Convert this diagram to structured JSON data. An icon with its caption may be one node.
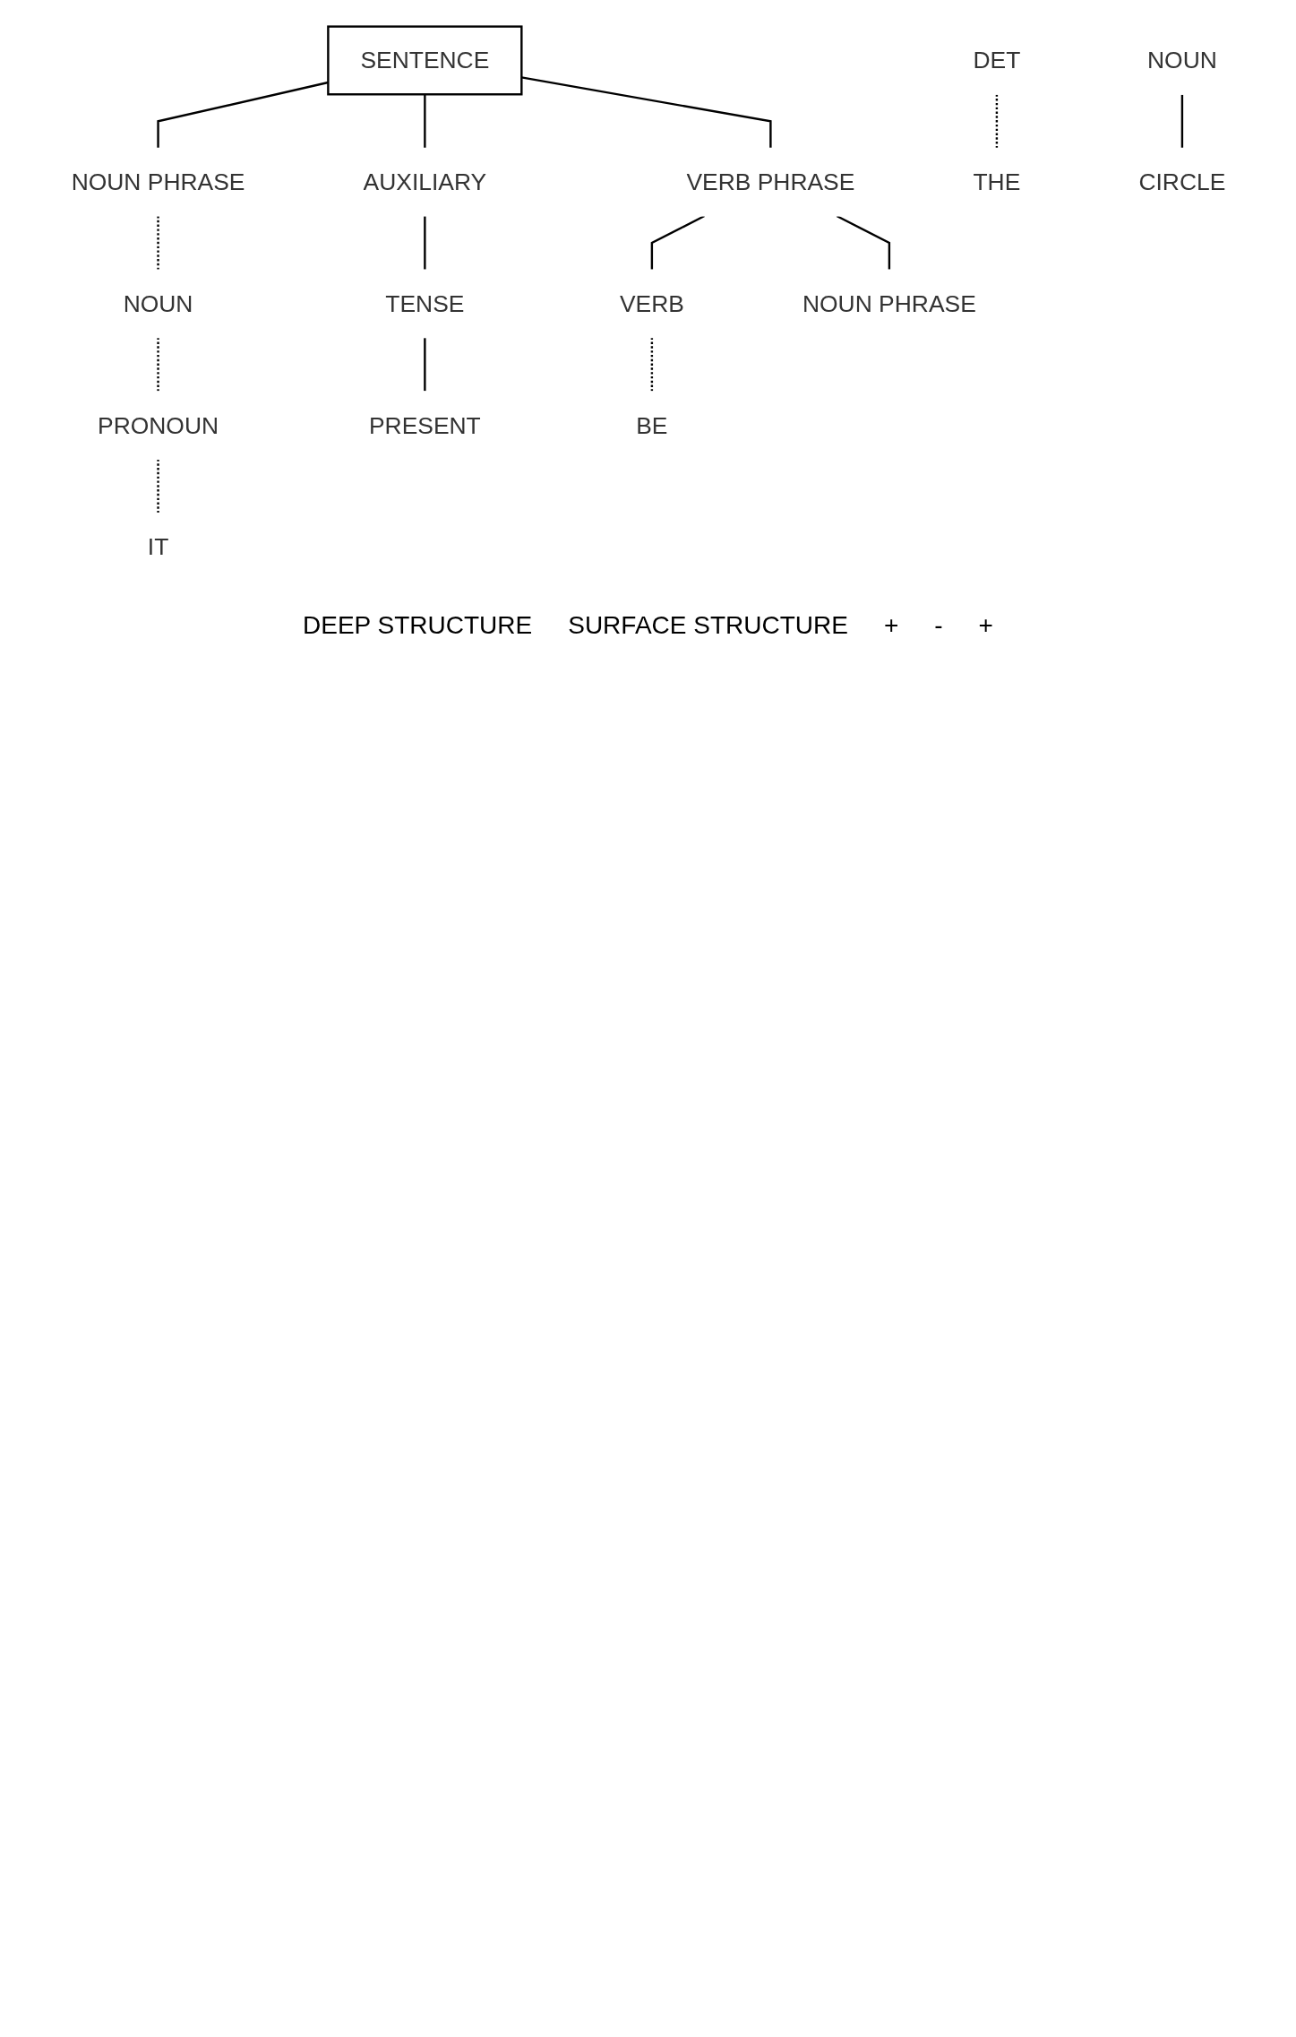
{
  "diagram": {
    "nodes": [
      {
        "text": [
          "SENTENCE"
        ]
      },
      {
        "text": [
          "NOUN PHRASE"
        ]
      },
      {
        "text": [
          "AUXILIARY"
        ]
      },
      {
        "text": [
          "VERB PHRASE"
        ]
      },
      {
        "text": [
          "NOUN"
        ]
      },
      {
        "text": [
          "TENSE"
        ]
      },
      {
        "text": [
          "VERB"
        ]
      },
      {
        "text": [
          "NOUN PHRASE"
        ]
      },
      {
        "text": [
          "PRONOUN"
        ]
      },
      {
        "text": [
          "DET"
        ]
      },
      {
        "text": [
          "NOUN"
        ]
      },
      {
        "text": [
          "IT"
        ]
      },
      {
        "text": [
          "PRESENT"
        ]
      },
      {
        "text": [
          "BE"
        ]
      },
      {
        "text": [
          "THE"
        ]
      },
      {
        "text": [
          "CIRCLE"
        ]
      }
    ],
    "edges": [
      {
        "from": 0,
        "to": 1,
        "arrow": "none"
      },
      {
        "from": 0,
        "to": 2,
        "arrow": "none"
      },
      {
        "from": 0,
        "to": 3,
        "arrow": "none"
      },
      {
        "from": 1,
        "to": 4,
        "arrow": "none",
        "style": "dashed"
      },
      {
        "from": 2,
        "to": 5,
        "arrow": "none"
      },
      {
        "from": 3,
        "to": 6,
        "arrow": "none"
      },
      {
        "from": 3,
        "to": 7,
        "arrow": "none"
      },
      {
        "from": 4,
        "to": 8,
        "arrow": "none",
        "style": "dashed"
      },
      {
        "from": 8,
        "to": 11,
        "arrow": "none",
        "style": "dashed"
      },
      {
        "from": 5,
        "to": 12,
        "arrow": "none"
      },
      {
        "from": 6,
        "to": 13,
        "arrow": "none",
        "style": "dashed"
      },
      {
        "from": 9,
        "to": 14,
        "arrow": "none",
        "style": "dashed"
      },
      {
        "from": 10,
        "to": 15,
        "arrow": "none"
      }
    ],
    "labels": [
      "DEEP STRUCTURE",
      "SURFACE STRUCTURE",
      "+",
      "-",
      "+"
    ]
  }
}
